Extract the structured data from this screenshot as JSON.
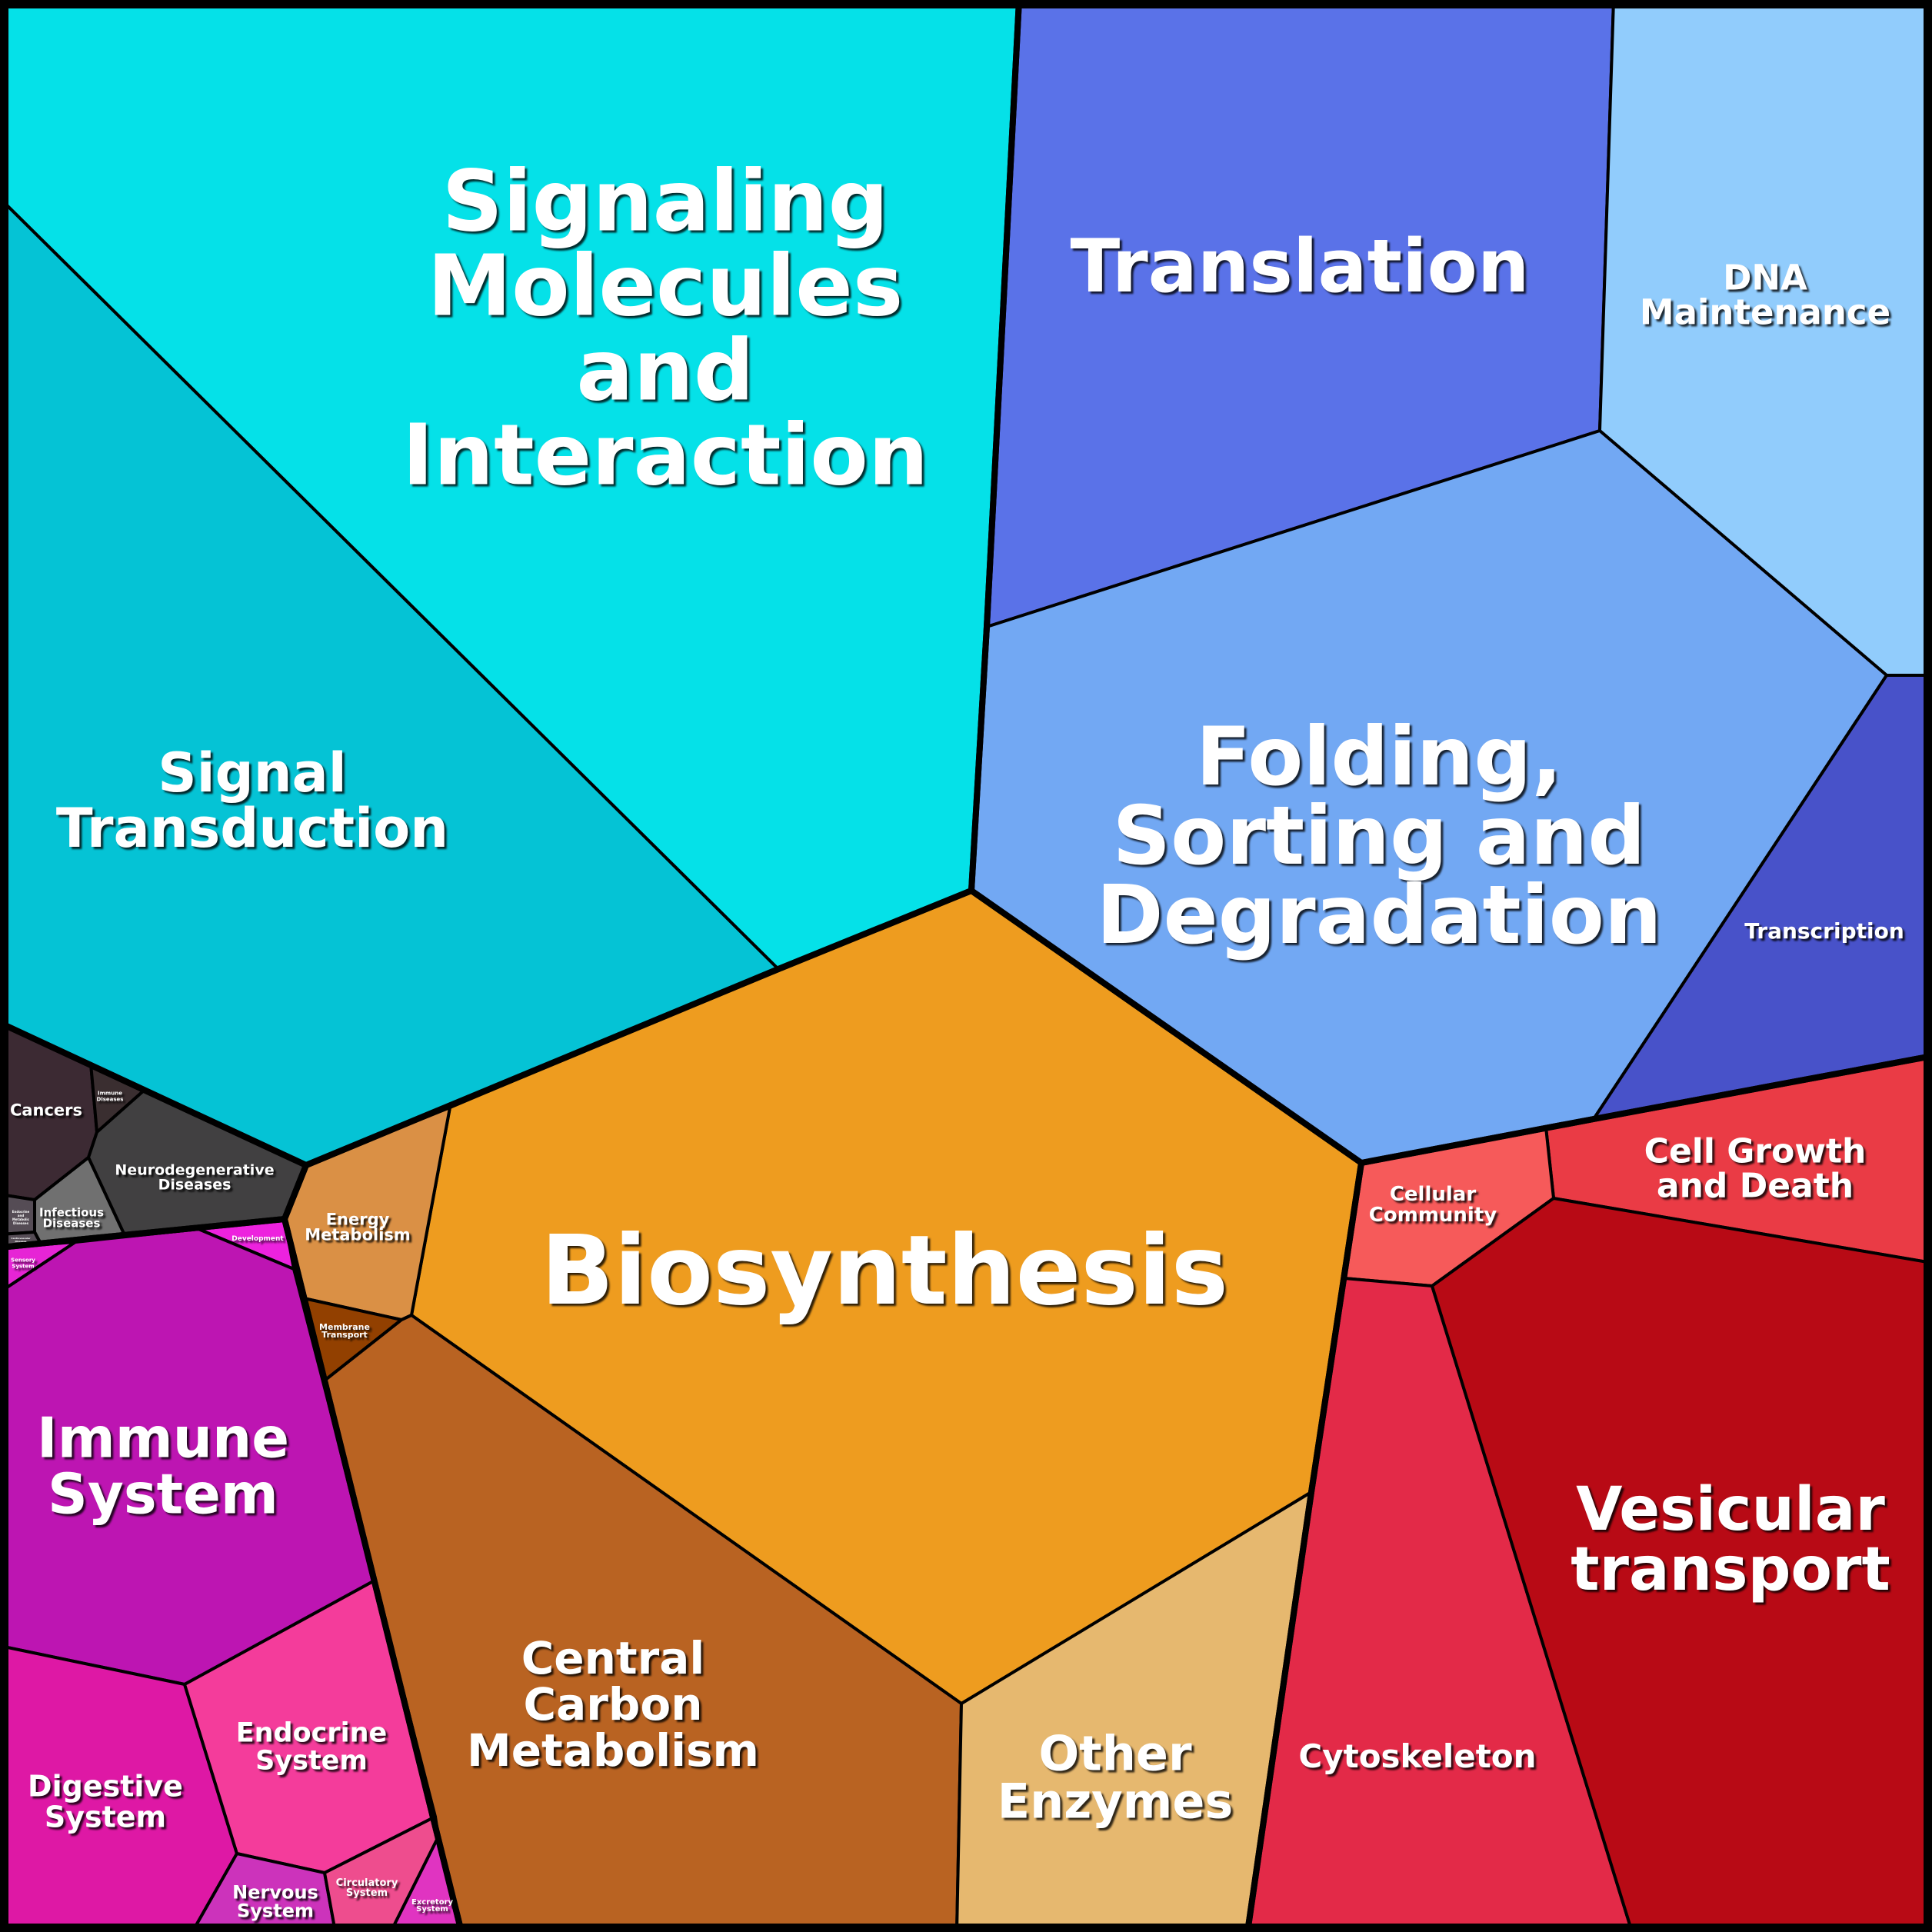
{
  "cells": [
    {
      "id": "signaling-molecules-and-interaction",
      "lines": [
        "Signaling",
        "Molecules",
        "and",
        "Interaction"
      ],
      "color": "#05e1e8",
      "group": "environmental-information-processing"
    },
    {
      "id": "signal-transduction",
      "lines": [
        "Signal",
        "Transduction"
      ],
      "color": "#05c3d5",
      "group": "environmental-information-processing"
    },
    {
      "id": "translation",
      "lines": [
        "Translation"
      ],
      "color": "#5a72e8",
      "group": "genetic-information-processing"
    },
    {
      "id": "dna-maintenance",
      "lines": [
        "DNA",
        "Maintenance"
      ],
      "color": "#91ccfc",
      "group": "genetic-information-processing"
    },
    {
      "id": "folding-sorting-degradation",
      "lines": [
        "Folding,",
        "Sorting and",
        "Degradation"
      ],
      "color": "#72a8f3",
      "group": "genetic-information-processing"
    },
    {
      "id": "transcription",
      "lines": [
        "Transcription"
      ],
      "color": "#4852c9",
      "group": "genetic-information-processing"
    },
    {
      "id": "cell-growth-and-death",
      "lines": [
        "Cell Growth",
        "and Death"
      ],
      "color": "#ea3b45",
      "group": "cellular-processes"
    },
    {
      "id": "cellular-community",
      "lines": [
        "Cellular",
        "Community"
      ],
      "color": "#f65a5a",
      "group": "cellular-processes"
    },
    {
      "id": "cytoskeleton",
      "lines": [
        "Cytoskeleton"
      ],
      "color": "#e32a48",
      "group": "cellular-processes"
    },
    {
      "id": "vesicular-transport",
      "lines": [
        "Vesicular",
        "transport"
      ],
      "color": "#b80a15",
      "group": "cellular-processes"
    },
    {
      "id": "biosynthesis",
      "lines": [
        "Biosynthesis"
      ],
      "color": "#ee9c1f",
      "group": "metabolism"
    },
    {
      "id": "energy-metabolism",
      "lines": [
        "Energy",
        "Metabolism"
      ],
      "color": "#da9045",
      "group": "metabolism"
    },
    {
      "id": "membrane-transport",
      "lines": [
        "Membrane",
        "Transport"
      ],
      "color": "#924000",
      "group": "metabolism"
    },
    {
      "id": "central-carbon-metabolism",
      "lines": [
        "Central",
        "Carbon",
        "Metabolism"
      ],
      "color": "#b96322",
      "group": "metabolism"
    },
    {
      "id": "other-enzymes",
      "lines": [
        "Other",
        "Enzymes"
      ],
      "color": "#e6b86f",
      "group": "metabolism"
    },
    {
      "id": "cancers",
      "lines": [
        "Cancers"
      ],
      "color": "#3c2a33",
      "group": "human-diseases"
    },
    {
      "id": "immune-diseases",
      "lines": [
        "Immune",
        "Diseases"
      ],
      "color": "#3a2e30",
      "group": "human-diseases"
    },
    {
      "id": "neurodegenerative-diseases",
      "lines": [
        "Neurodegenerative",
        "Diseases"
      ],
      "color": "#414041",
      "group": "human-diseases"
    },
    {
      "id": "infectious-diseases",
      "lines": [
        "Infectious",
        "Diseases"
      ],
      "color": "#707070",
      "group": "human-diseases"
    },
    {
      "id": "endocrine-metabolic-diseases",
      "lines": [
        "Endocrine",
        "and",
        "Metabolic",
        "Diseases"
      ],
      "color": "#554c55",
      "group": "human-diseases"
    },
    {
      "id": "cardiovascular-diseases",
      "lines": [
        "Cardiovascular",
        "Diseases"
      ],
      "color": "#554c55",
      "group": "human-diseases"
    },
    {
      "id": "sensory-system",
      "lines": [
        "Sensory",
        "System"
      ],
      "color": "#e625d5",
      "group": "organismal-systems"
    },
    {
      "id": "development",
      "lines": [
        "Development"
      ],
      "color": "#ed22de",
      "group": "organismal-systems"
    },
    {
      "id": "immune-system",
      "lines": [
        "Immune",
        "System"
      ],
      "color": "#bd15b2",
      "group": "organismal-systems"
    },
    {
      "id": "digestive-system",
      "lines": [
        "Digestive",
        "System"
      ],
      "color": "#de18a5",
      "group": "organismal-systems"
    },
    {
      "id": "endocrine-system",
      "lines": [
        "Endocrine",
        "System"
      ],
      "color": "#f43c9b",
      "group": "organismal-systems"
    },
    {
      "id": "nervous-system",
      "lines": [
        "Nervous",
        "System"
      ],
      "color": "#cc33bb",
      "group": "organismal-systems"
    },
    {
      "id": "circulatory-system",
      "lines": [
        "Circulatory",
        "System"
      ],
      "color": "#ee4d8e",
      "group": "organismal-systems"
    },
    {
      "id": "excretory-system",
      "lines": [
        "Excretory",
        "System"
      ],
      "color": "#e034c1",
      "group": "organismal-systems"
    }
  ]
}
